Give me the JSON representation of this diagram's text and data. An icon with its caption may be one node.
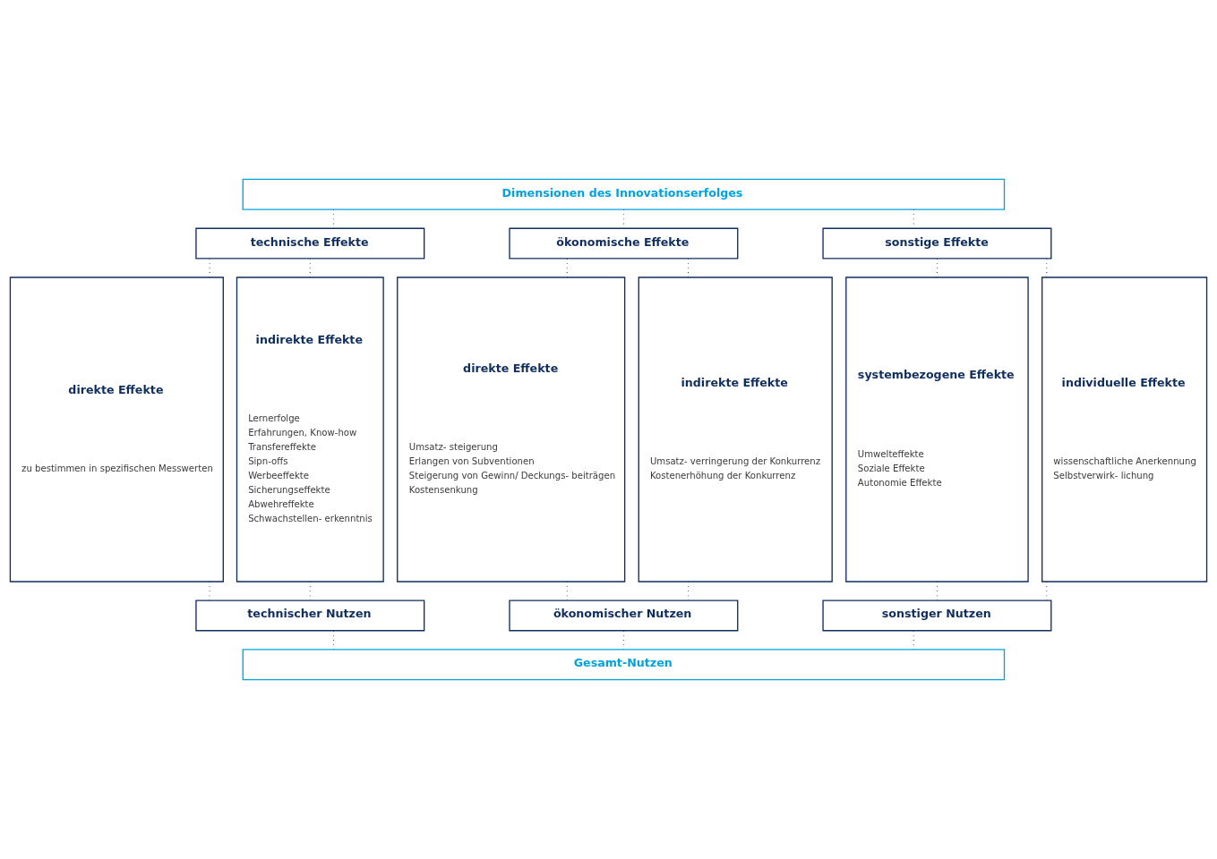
{
  "diagram": {
    "nodes": [
      {
        "text": [
          "Dimensionen des Innovationserfolges"
        ]
      },
      {
        "text": [
          "technische Effekte"
        ]
      },
      {
        "text": [
          "ökonomische Effekte"
        ]
      },
      {
        "text": [
          "sonstige Effekte"
        ]
      },
      {
        "text": [
          "direkte Effekte",
          "zu bestimmen in spezifischen Messwerten"
        ]
      },
      {
        "text": [
          "indirekte Effekte",
          "Lernerfolge",
          "Erfahrungen, Know-how",
          "Transfereffekte",
          "Sipn-offs",
          "Werbeeffekte",
          "Sicherungseffekte",
          "Abwehreffekte",
          "Schwachstellen- erkenntnis"
        ]
      },
      {
        "text": [
          "direkte Effekte",
          "Umsatz- steigerung",
          "Erlangen von Subventionen",
          "Steigerung von Gewinn/ Deckungs- beiträgen",
          "Kostensenkung"
        ]
      },
      {
        "text": [
          "indirekte Effekte",
          "Umsatz- verringerung der Konkurrenz",
          "Kostenerhöhung der Konkurrenz"
        ]
      },
      {
        "text": [
          "systembezogene Effekte",
          "Umwelteffekte",
          "Soziale Effekte",
          "Autonomie Effekte"
        ]
      },
      {
        "text": [
          "individuelle Effekte",
          "wissenschaftliche Anerkennung",
          "Selbstverwirk- lichung"
        ]
      },
      {
        "text": [
          "technischer Nutzen"
        ]
      },
      {
        "text": [
          "ökonomischer Nutzen"
        ]
      },
      {
        "text": [
          "sonstiger Nutzen"
        ]
      },
      {
        "text": [
          "Gesamt-Nutzen"
        ]
      }
    ],
    "edges": [
      {
        "from": 0,
        "to": 1,
        "arrow": "none",
        "style": "dashed"
      },
      {
        "from": 0,
        "to": 2,
        "arrow": "none",
        "style": "dashed"
      },
      {
        "from": 0,
        "to": 3,
        "arrow": "none",
        "style": "dashed"
      },
      {
        "from": 1,
        "to": 4,
        "arrow": "none",
        "style": "dashed"
      },
      {
        "from": 1,
        "to": 5,
        "arrow": "none",
        "style": "dashed"
      },
      {
        "from": 2,
        "to": 6,
        "arrow": "none",
        "style": "dashed"
      },
      {
        "from": 2,
        "to": 7,
        "arrow": "none",
        "style": "dashed"
      },
      {
        "from": 3,
        "to": 8,
        "arrow": "none",
        "style": "dashed"
      },
      {
        "from": 3,
        "to": 9,
        "arrow": "none",
        "style": "dashed"
      },
      {
        "from": 4,
        "to": 10,
        "arrow": "none",
        "style": "dashed"
      },
      {
        "from": 5,
        "to": 10,
        "arrow": "none",
        "style": "dashed"
      },
      {
        "from": 6,
        "to": 11,
        "arrow": "none",
        "style": "dashed"
      },
      {
        "from": 7,
        "to": 11,
        "arrow": "none",
        "style": "dashed"
      },
      {
        "from": 8,
        "to": 12,
        "arrow": "none",
        "style": "dashed"
      },
      {
        "from": 9,
        "to": 12,
        "arrow": "none",
        "style": "dashed"
      },
      {
        "from": 10,
        "to": 13,
        "arrow": "none",
        "style": "dashed"
      },
      {
        "from": 11,
        "to": 13,
        "arrow": "none",
        "style": "dashed"
      },
      {
        "from": 12,
        "to": 13,
        "arrow": "none",
        "style": "dashed"
      }
    ]
  }
}
